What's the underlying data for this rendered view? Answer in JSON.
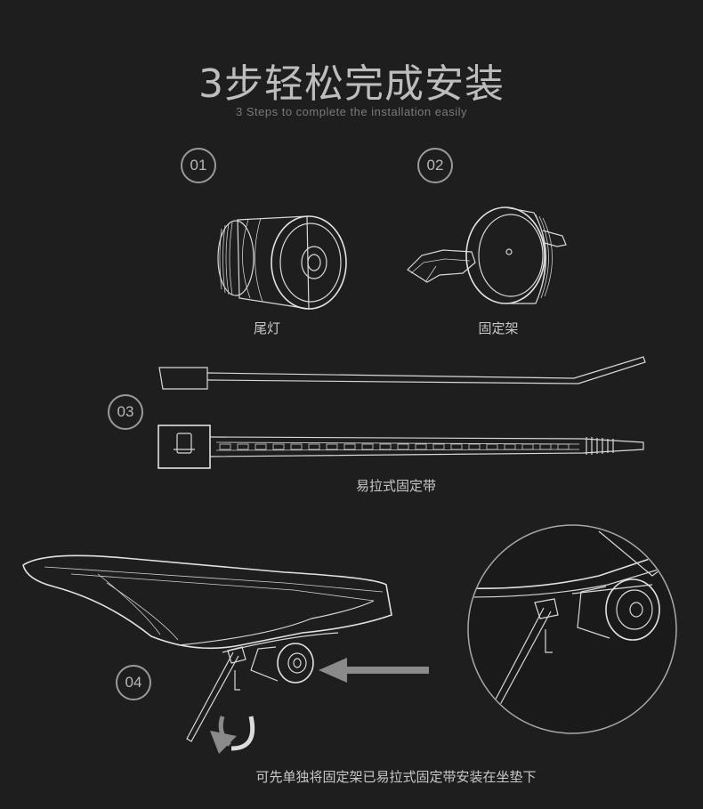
{
  "header": {
    "title": "3步轻松完成安装",
    "subtitle": "3 Steps to complete the installation easily"
  },
  "steps": [
    {
      "number": "01",
      "caption": "尾灯"
    },
    {
      "number": "02",
      "caption": "固定架"
    },
    {
      "number": "03",
      "caption": "易拉式固定带"
    },
    {
      "number": "04",
      "caption": "可先单独将固定架已易拉式固定带安装在坐垫下"
    }
  ],
  "colors": {
    "background": "#1e1e1e",
    "line": "#d8d8d8",
    "arrow": "#8a8a8a"
  }
}
